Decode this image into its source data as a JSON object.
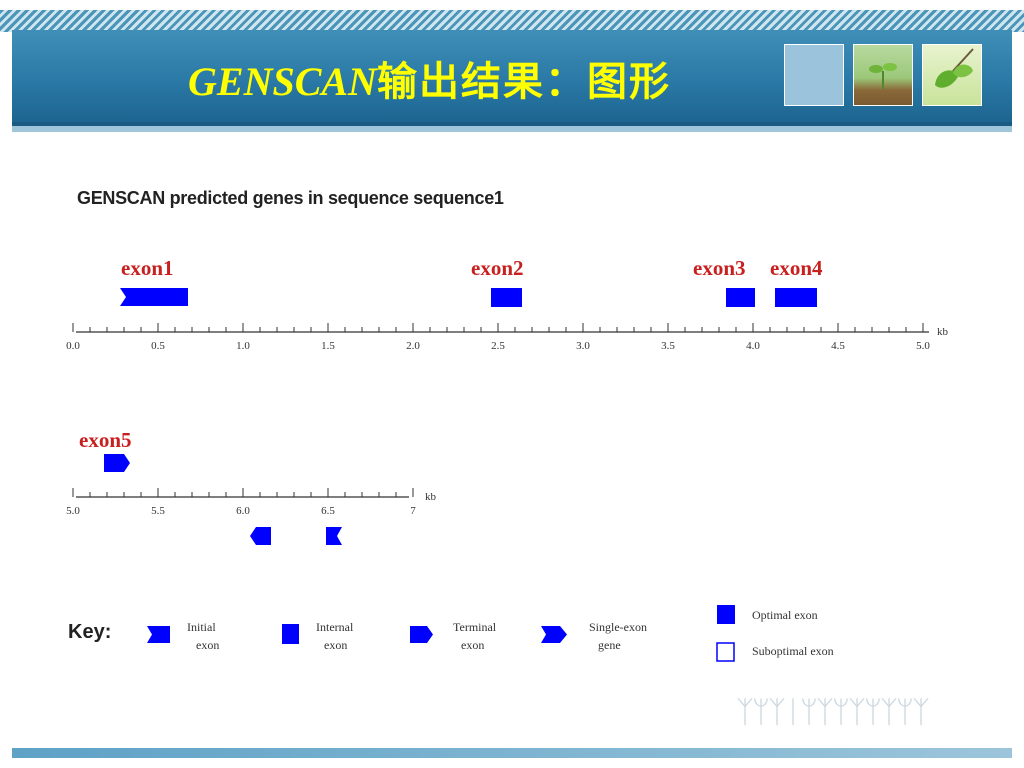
{
  "slide": {
    "title_latin": "GENSCAN",
    "title_cjk": "输出结果：图形"
  },
  "figure": {
    "heading": "GENSCAN predicted genes in sequence sequence1",
    "unit": "kb",
    "axis1": {
      "ticks": [
        "0.0",
        "0.5",
        "1.0",
        "1.5",
        "2.0",
        "2.5",
        "3.0",
        "3.5",
        "4.0",
        "4.5",
        "5.0"
      ]
    },
    "axis2": {
      "ticks": [
        "5.0",
        "5.5",
        "6.0",
        "6.5",
        "7"
      ]
    },
    "exon_labels": [
      "exon1",
      "exon2",
      "exon3",
      "exon4",
      "exon5"
    ],
    "key": {
      "title": "Key:",
      "items": [
        {
          "line1": "Initial",
          "line2": "exon"
        },
        {
          "line1": "Internal",
          "line2": "exon"
        },
        {
          "line1": "Terminal",
          "line2": "exon"
        },
        {
          "line1": "Single-exon",
          "line2": "gene"
        }
      ],
      "optimal": "Optimal exon",
      "suboptimal": "Suboptimal exon"
    },
    "exon_color": "#0000ff"
  }
}
